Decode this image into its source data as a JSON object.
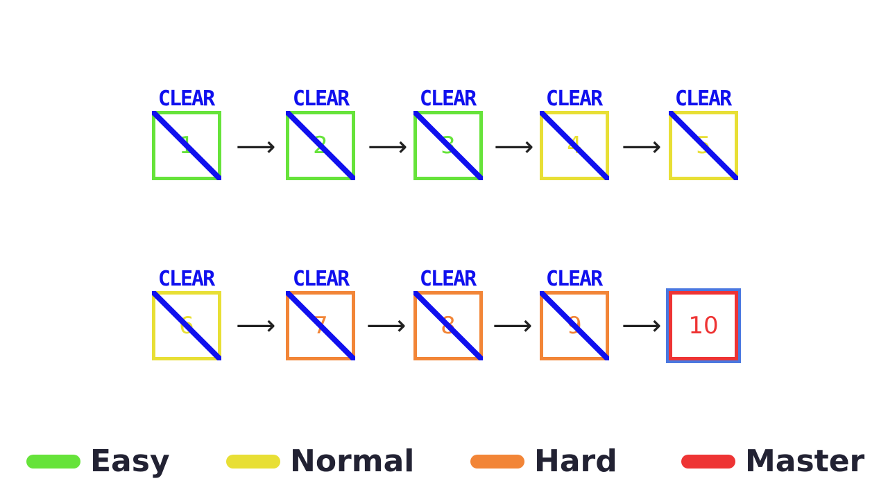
{
  "colors": {
    "easy": "#66e33a",
    "normal": "#e8df35",
    "hard": "#f28537",
    "master": "#ee3434",
    "clear_mark": "#1010ee"
  },
  "levels": [
    {
      "number": "1",
      "difficulty": "easy",
      "cleared": true,
      "clear_label": "CLEAR"
    },
    {
      "number": "2",
      "difficulty": "easy",
      "cleared": true,
      "clear_label": "CLEAR"
    },
    {
      "number": "3",
      "difficulty": "easy",
      "cleared": true,
      "clear_label": "CLEAR"
    },
    {
      "number": "4",
      "difficulty": "normal",
      "cleared": true,
      "clear_label": "CLEAR"
    },
    {
      "number": "5",
      "difficulty": "normal",
      "cleared": true,
      "clear_label": "CLEAR"
    },
    {
      "number": "6",
      "difficulty": "normal",
      "cleared": true,
      "clear_label": "CLEAR"
    },
    {
      "number": "7",
      "difficulty": "hard",
      "cleared": true,
      "clear_label": "CLEAR"
    },
    {
      "number": "8",
      "difficulty": "hard",
      "cleared": true,
      "clear_label": "CLEAR"
    },
    {
      "number": "9",
      "difficulty": "hard",
      "cleared": true,
      "clear_label": "CLEAR"
    },
    {
      "number": "10",
      "difficulty": "master",
      "cleared": false,
      "selected": true
    }
  ],
  "arrow_glyph": "⟶",
  "legend": [
    {
      "key": "easy",
      "label": "Easy"
    },
    {
      "key": "normal",
      "label": "Normal"
    },
    {
      "key": "hard",
      "label": "Hard"
    },
    {
      "key": "master",
      "label": "Master"
    }
  ]
}
